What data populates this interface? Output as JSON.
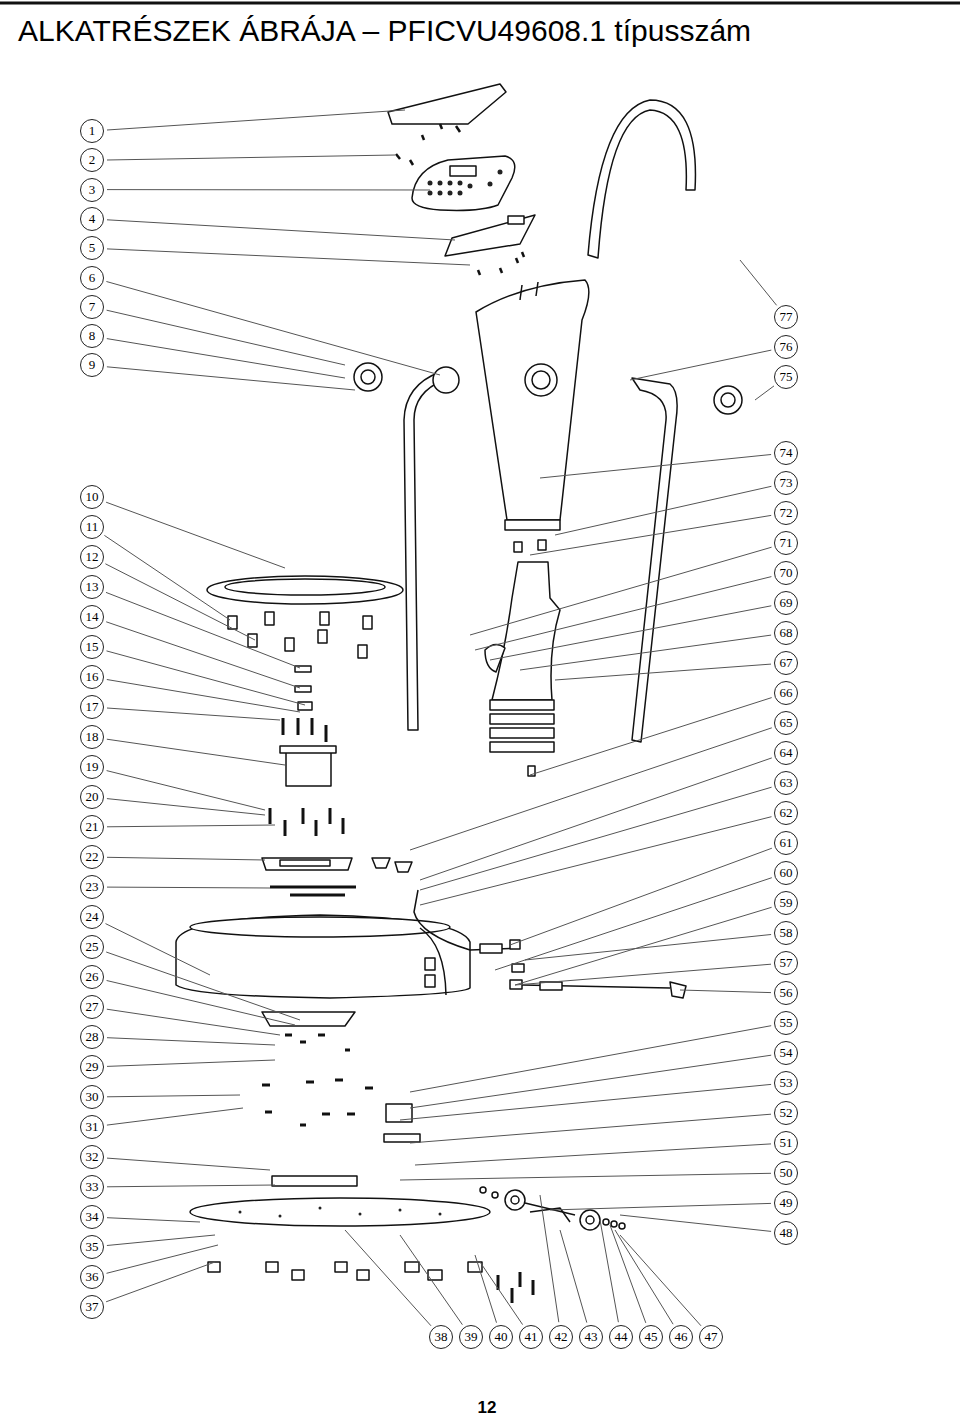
{
  "diagram": {
    "title": "ALKATRÉSZEK ÁBRÁJA – PFICVU49608.1 típusszám",
    "labels": [
      "1",
      "2",
      "3",
      "4",
      "5",
      "6",
      "7",
      "8",
      "9",
      "10",
      "11",
      "12",
      "13",
      "14",
      "15",
      "16",
      "17",
      "18",
      "19",
      "20",
      "21",
      "22",
      "23",
      "24",
      "25",
      "26",
      "27",
      "28",
      "29",
      "30",
      "31",
      "32",
      "33",
      "34",
      "35",
      "36",
      "37",
      "38",
      "39",
      "40",
      "41",
      "42",
      "43",
      "44",
      "45",
      "46",
      "47",
      "48",
      "49",
      "50",
      "51",
      "52",
      "53",
      "54",
      "55",
      "56",
      "57",
      "58",
      "59",
      "60",
      "61",
      "62",
      "63",
      "64",
      "65",
      "66",
      "67",
      "68",
      "69",
      "70",
      "71",
      "72",
      "73",
      "74",
      "75",
      "76",
      "77",
      "12"
    ]
  }
}
